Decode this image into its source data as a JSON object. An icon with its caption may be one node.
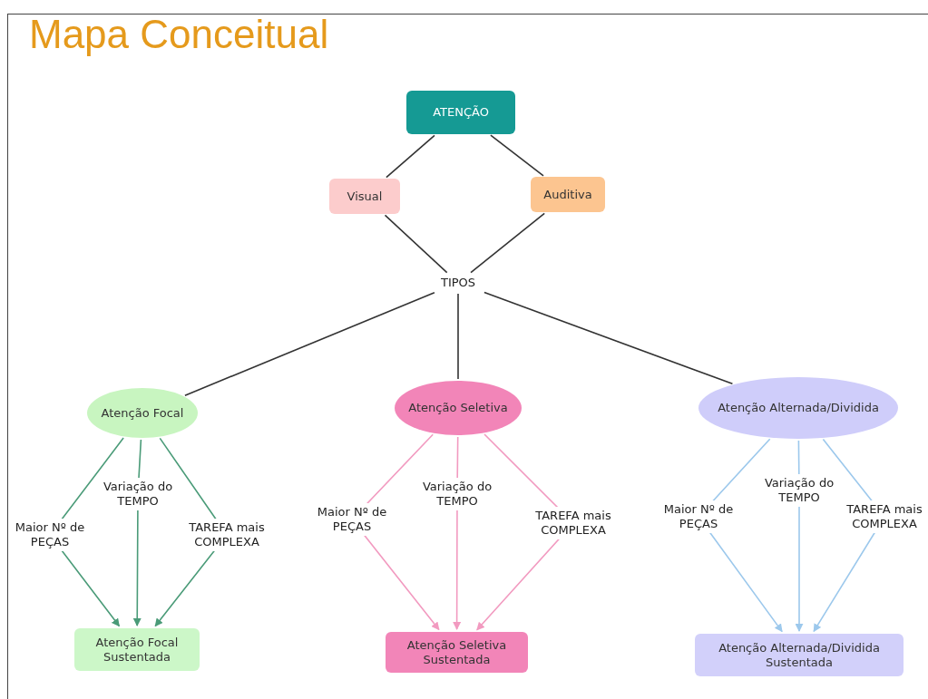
{
  "diagram": {
    "title": "Mapa Conceitual",
    "nodes": [
      {
        "text": [
          "ATENÇÃO"
        ]
      },
      {
        "text": [
          "Visual"
        ]
      },
      {
        "text": [
          "Auditiva"
        ]
      },
      {
        "text": [
          "TIPOS"
        ]
      },
      {
        "text": [
          "Atenção Focal"
        ]
      },
      {
        "text": [
          "Atenção Seletiva"
        ]
      },
      {
        "text": [
          "Atenção Alternada/Dividida"
        ]
      },
      {
        "text": [
          "Atenção Focal Sustentada"
        ]
      },
      {
        "text": [
          "Atenção Seletiva Sustentada"
        ]
      },
      {
        "text": [
          "Atenção Alternada/Dividida Sustentada"
        ]
      }
    ],
    "edges": [
      {
        "from": 0,
        "to": 1,
        "arrow": "none"
      },
      {
        "from": 0,
        "to": 2,
        "arrow": "none"
      },
      {
        "from": 1,
        "to": 3,
        "arrow": "none"
      },
      {
        "from": 2,
        "to": 3,
        "arrow": "none"
      },
      {
        "from": 3,
        "to": 4,
        "arrow": "none"
      },
      {
        "from": 3,
        "to": 5,
        "arrow": "none"
      },
      {
        "from": 3,
        "to": 6,
        "arrow": "none"
      },
      {
        "from": 4,
        "to": 7,
        "label": "Maior Nº de PEÇAS",
        "arrow": "to",
        "color": "#4a9b78"
      },
      {
        "from": 4,
        "to": 7,
        "label": "Variação do TEMPO",
        "arrow": "to",
        "color": "#4a9b78"
      },
      {
        "from": 4,
        "to": 7,
        "label": "TAREFA mais COMPLEXA",
        "arrow": "to",
        "color": "#4a9b78"
      },
      {
        "from": 5,
        "to": 8,
        "label": "Maior Nº de PEÇAS",
        "arrow": "to",
        "color": "#f29ac0"
      },
      {
        "from": 5,
        "to": 8,
        "label": "Variação do TEMPO",
        "arrow": "to",
        "color": "#f29ac0"
      },
      {
        "from": 5,
        "to": 8,
        "label": "TAREFA mais COMPLEXA",
        "arrow": "to",
        "color": "#f29ac0"
      },
      {
        "from": 6,
        "to": 9,
        "label": "Maior Nº de PEÇAS",
        "arrow": "to",
        "color": "#9cc8ec"
      },
      {
        "from": 6,
        "to": 9,
        "label": "Variação do TEMPO",
        "arrow": "to",
        "color": "#9cc8ec"
      },
      {
        "from": 6,
        "to": 9,
        "label": "TAREFA mais COMPLEXA",
        "arrow": "to",
        "color": "#9cc8ec"
      }
    ]
  }
}
